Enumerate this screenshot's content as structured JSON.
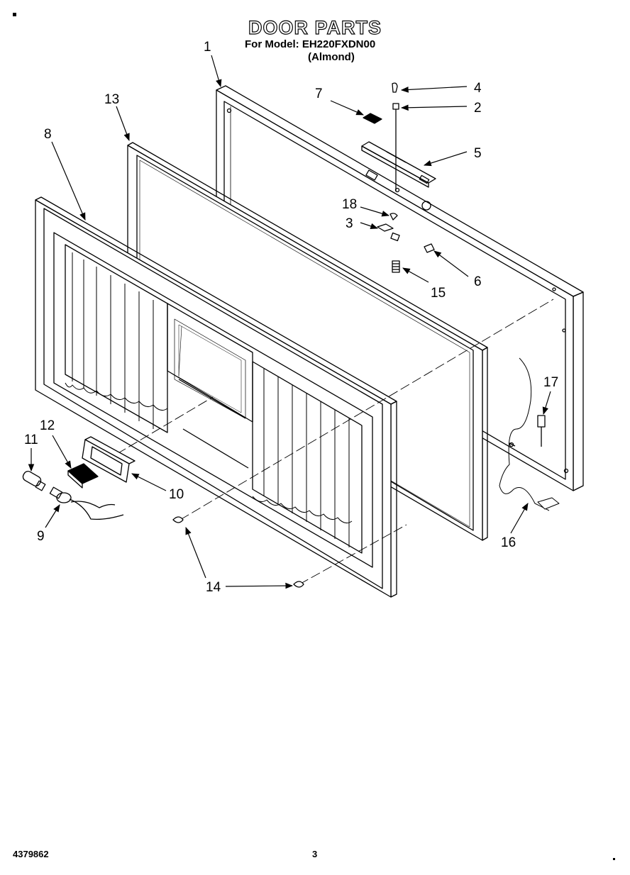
{
  "header": {
    "title": "DOOR PARTS",
    "model_line": "For Model: EH220FXDN00",
    "color_line": "(Almond)"
  },
  "footer": {
    "part_number": "4379862",
    "page_number": "3"
  },
  "callouts": [
    {
      "id": "1",
      "label": "1"
    },
    {
      "id": "2",
      "label": "2"
    },
    {
      "id": "3",
      "label": "3"
    },
    {
      "id": "4",
      "label": "4"
    },
    {
      "id": "5",
      "label": "5"
    },
    {
      "id": "6",
      "label": "6"
    },
    {
      "id": "7",
      "label": "7"
    },
    {
      "id": "8",
      "label": "8"
    },
    {
      "id": "9",
      "label": "9"
    },
    {
      "id": "10",
      "label": "10"
    },
    {
      "id": "11",
      "label": "11"
    },
    {
      "id": "12",
      "label": "12"
    },
    {
      "id": "13",
      "label": "13"
    },
    {
      "id": "14",
      "label": "14"
    },
    {
      "id": "15",
      "label": "15"
    },
    {
      "id": "16",
      "label": "16"
    },
    {
      "id": "17",
      "label": "17"
    },
    {
      "id": "18",
      "label": "18"
    }
  ]
}
